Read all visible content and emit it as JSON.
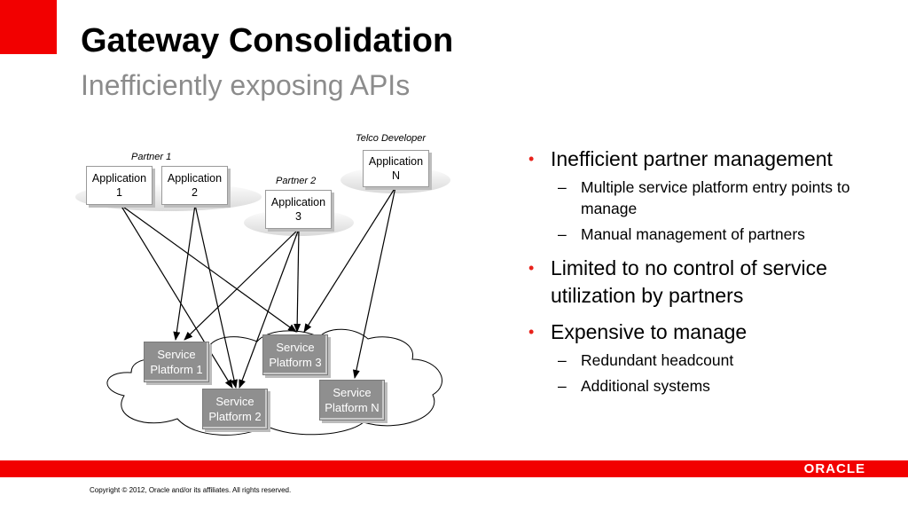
{
  "title": "Gateway Consolidation",
  "subtitle": "Inefficiently exposing APIs",
  "diagram": {
    "groups": {
      "partner1": "Partner 1",
      "partner2": "Partner 2",
      "telco": "Telco Developer"
    },
    "apps": {
      "app1": "Application\n1",
      "app2": "Application\n2",
      "app3": "Application\n3",
      "appN": "Application\nN"
    },
    "platforms": {
      "sp1": "Service\nPlatform 1",
      "sp2": "Service\nPlatform 2",
      "sp3": "Service\nPlatform 3",
      "spN": "Service\nPlatform N"
    }
  },
  "bullets": [
    {
      "text": "Inefficient partner management",
      "sub": [
        "Multiple service platform entry points to manage",
        "Manual management of partners"
      ]
    },
    {
      "text": "Limited to no control of service utilization by partners",
      "sub": []
    },
    {
      "text": "Expensive to manage",
      "sub": [
        "Redundant headcount",
        "Additional systems"
      ]
    }
  ],
  "footer": {
    "logo": "ORACLE",
    "copyright": "Copyright © 2012, Oracle and/or its affiliates. All rights reserved."
  },
  "colors": {
    "brand_red": "#f20000",
    "bullet_red": "#e8221b",
    "platform_gray": "#8f8f8f",
    "subtitle_gray": "#8c8c8c"
  }
}
